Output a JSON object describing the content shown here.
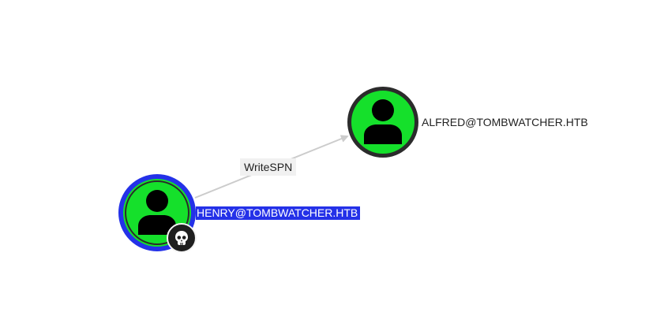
{
  "graph": {
    "edge": {
      "label": "WriteSPN"
    },
    "nodes": {
      "alfred": {
        "label": "ALFRED@TOMBWATCHER.HTB",
        "icon": "user-icon"
      },
      "henry": {
        "label": "HENRY@TOMBWATCHER.HTB",
        "icon": "user-icon",
        "badge_icon": "skull-icon",
        "selected": true
      }
    },
    "colors": {
      "node_fill": "#15e02b",
      "node_border": "#2b2b2b",
      "selected_border": "#2431e8",
      "selected_label_bg": "#2431e8",
      "edge_line": "#cccccc",
      "edge_label_bg": "#f1f1f1"
    }
  }
}
